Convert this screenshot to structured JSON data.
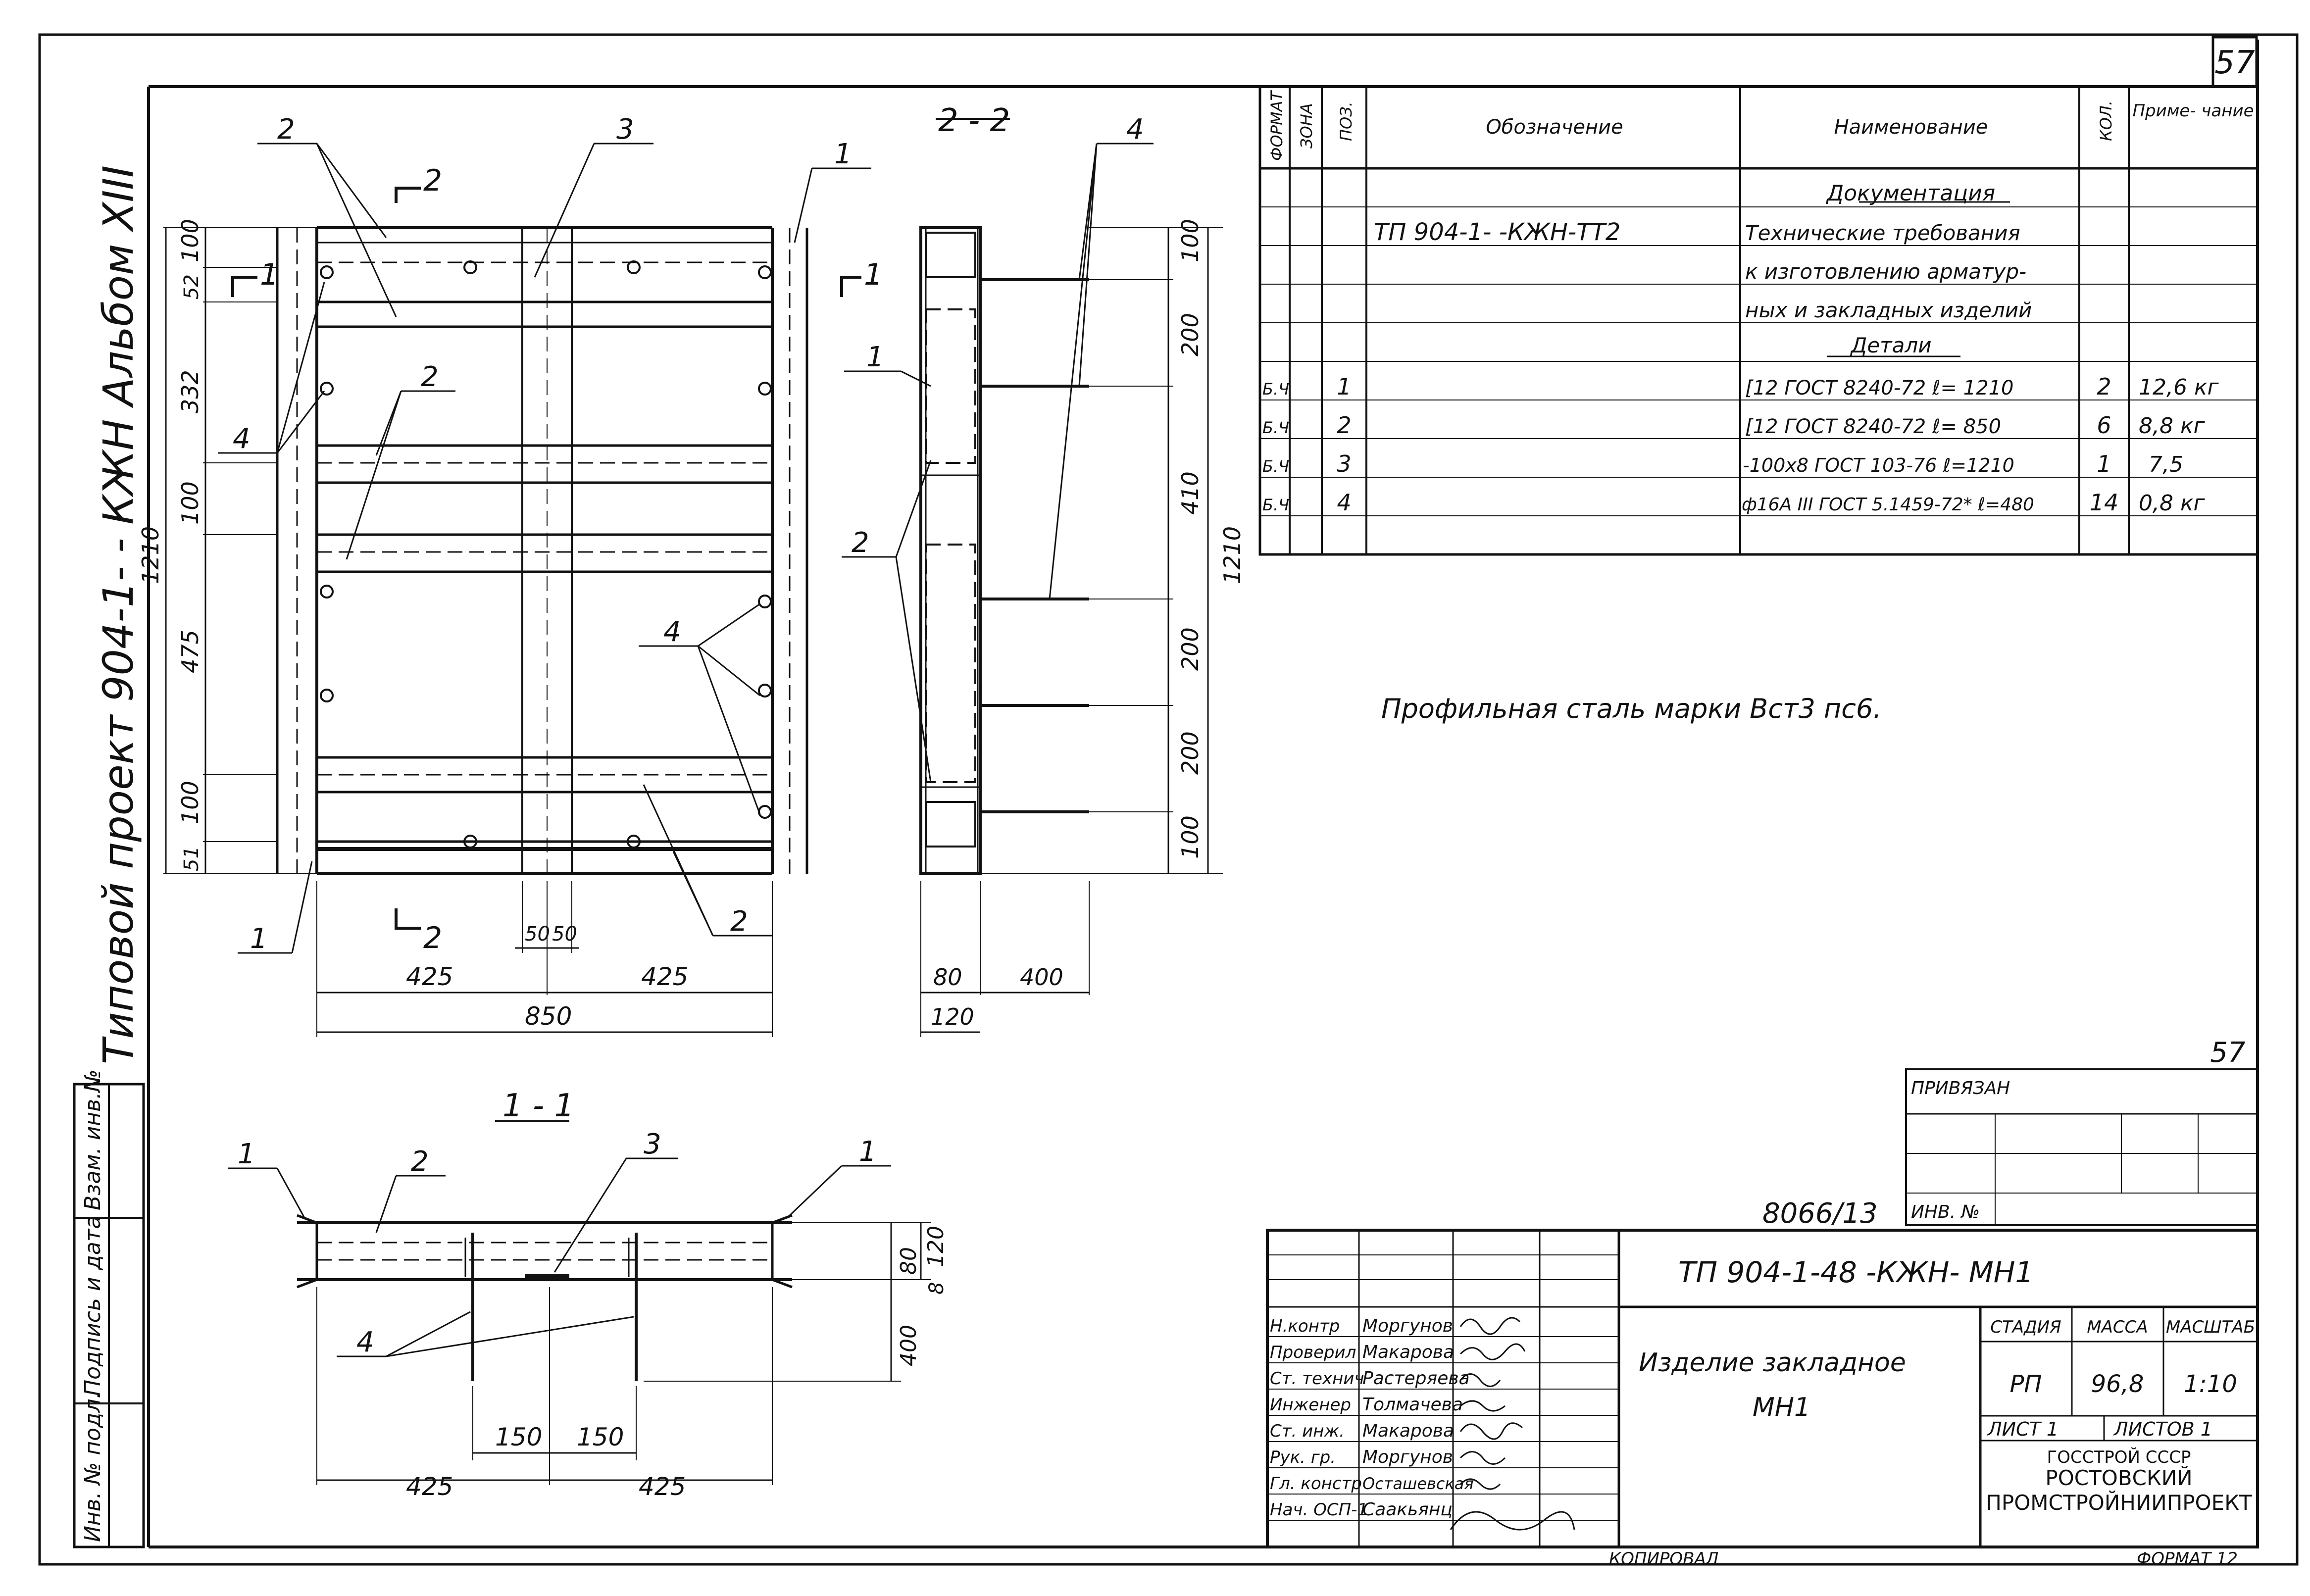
{
  "sheet": {
    "sheet_number": "57",
    "sheet_number_bottom": "57",
    "side_stamp": "Типовой   проект   904-1-   - КЖН   Альбом  XIII",
    "format": "ФОРМАТ 12",
    "copied": "КОПИРОВАЛ",
    "inventory_code": "8066/13"
  },
  "views": {
    "front": {
      "section_marks": [
        "2",
        "1",
        "2",
        "1"
      ],
      "leaders": [
        "2",
        "3",
        "1",
        "4",
        "2",
        "4",
        "1",
        "2"
      ],
      "dims_vertical": [
        "100",
        "52",
        "332",
        "100",
        "475",
        "100",
        "51",
        "1210"
      ],
      "dims_horizontal": [
        "50",
        "50",
        "425",
        "425",
        "850"
      ]
    },
    "section_22": {
      "title": "2 - 2",
      "leaders": [
        "4",
        "1",
        "2"
      ],
      "dims_vertical": [
        "100",
        "200",
        "410",
        "200",
        "200",
        "100",
        "1210"
      ],
      "dims_horizontal": [
        "80",
        "400",
        "120"
      ]
    },
    "section_11": {
      "title": "1 - 1",
      "leaders": [
        "1",
        "2",
        "3",
        "1",
        "4"
      ],
      "dims_vertical": [
        "80",
        "120",
        "400",
        "8"
      ],
      "dims_horizontal": [
        "150",
        "150",
        "425",
        "425"
      ]
    }
  },
  "spec_table": {
    "headers": [
      "ФОРМАТ",
      "ЗОНА",
      "ПОЗ.",
      "Обозначение",
      "Наименование",
      "КОЛ.",
      "Приме-\nчание"
    ],
    "rows": [
      {
        "format": "",
        "zone": "",
        "pos": "",
        "designation": "",
        "name": "",
        "qty": "",
        "note": ""
      },
      {
        "format": "",
        "zone": "",
        "pos": "",
        "designation": "",
        "name": "Документация",
        "qty": "",
        "note": ""
      },
      {
        "format": "",
        "zone": "",
        "pos": "",
        "designation": "ТП 904-1-   -КЖН-ТТ2",
        "name": "Технические требования",
        "qty": "",
        "note": ""
      },
      {
        "format": "",
        "zone": "",
        "pos": "",
        "designation": "",
        "name": "к изготовлению арматур-",
        "qty": "",
        "note": ""
      },
      {
        "format": "",
        "zone": "",
        "pos": "",
        "designation": "",
        "name": "ных и закладных изделий",
        "qty": "",
        "note": ""
      },
      {
        "format": "",
        "zone": "",
        "pos": "",
        "designation": "",
        "name": "Детали",
        "qty": "",
        "note": ""
      },
      {
        "format": "Б.Ч",
        "zone": "",
        "pos": "1",
        "designation": "",
        "name": "[12 ГОСТ 8240-72 ℓ= 1210",
        "qty": "2",
        "note": "12,6 кг"
      },
      {
        "format": "Б.Ч",
        "zone": "",
        "pos": "2",
        "designation": "",
        "name": "[12 ГОСТ 8240-72 ℓ= 850",
        "qty": "6",
        "note": "8,8 кг"
      },
      {
        "format": "Б.Ч",
        "zone": "",
        "pos": "3",
        "designation": "",
        "name": "-100х8 ГОСТ 103-76 ℓ=1210",
        "qty": "1",
        "note": "7,5"
      },
      {
        "format": "Б.Ч",
        "zone": "",
        "pos": "4",
        "designation": "",
        "name": "ф16А III ГОСТ 5.1459-72* ℓ=480",
        "qty": "14",
        "note": "0,8 кг"
      }
    ]
  },
  "note_text": "Профильная    сталь    марки   Вст3 пс6.",
  "tie_block": {
    "label": "ПРИВЯЗАН",
    "inv_label": "ИНВ. №"
  },
  "title_block": {
    "code": "ТП 904-1-48 -КЖН- МН1",
    "item_name": "Изделие  закладное",
    "item_mark": "МН1",
    "stage_label": "СТАДИЯ",
    "mass_label": "МАССА",
    "scale_label": "МАСШТАБ",
    "stage": "РП",
    "mass": "96,8",
    "scale": "1:10",
    "sheet_label": "ЛИСТ 1",
    "sheets_label": "ЛИСТОВ 1",
    "org_line1": "ГОССТРОЙ СССР",
    "org_line2": "РОСТОВСКИЙ",
    "org_line3": "ПРОМСТРОЙНИИПРОЕКТ",
    "signers": [
      {
        "role": "Н.контр",
        "name": "Моргунов"
      },
      {
        "role": "Проверил",
        "name": "Макарова"
      },
      {
        "role": "Ст. технич",
        "name": "Растеряева"
      },
      {
        "role": "Инженер",
        "name": "Толмачева"
      },
      {
        "role": "Ст. инж.",
        "name": "Макарова"
      },
      {
        "role": "Рук. гр.",
        "name": "Моргунов"
      },
      {
        "role": "Гл. констр",
        "name": "Осташевская"
      },
      {
        "role": "Нач. ОСП-1",
        "name": "Саакьянц"
      }
    ]
  },
  "left_strip": {
    "cells": [
      "Взам. инв.№",
      "Подпись и дата",
      "Инв. № подл."
    ]
  }
}
